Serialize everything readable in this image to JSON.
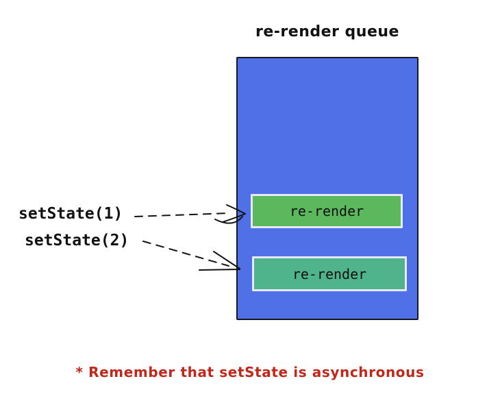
{
  "diagram": {
    "title": "re-render queue",
    "calls": [
      {
        "label": "setState(1)"
      },
      {
        "label": "setState(2)"
      }
    ],
    "queue_items": [
      {
        "label": "re-render"
      },
      {
        "label": "re-render"
      }
    ],
    "note": "* Remember that setState is asynchronous"
  },
  "colors": {
    "queue_box_fill": "#4f70e6",
    "queue_box_border": "#17171f",
    "item1_fill": "#5cb85c",
    "item2_fill": "#4fb48c",
    "item_border": "#e7eafc",
    "arrow": "#111111",
    "note_text": "#c0281c",
    "title_text": "#111111",
    "label_text": "#111111",
    "background": "#ffffff"
  }
}
